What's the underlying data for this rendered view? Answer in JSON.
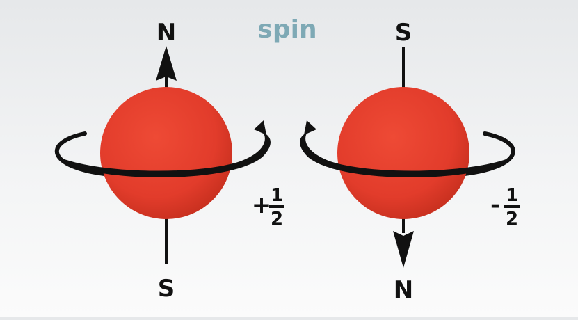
{
  "title": "spin",
  "colors": {
    "title": "#7ea9b5",
    "sphere": "#e33d2c",
    "ink": "#111111"
  },
  "left_electron": {
    "top_pole": "N",
    "bottom_pole": "S",
    "spin_sign": "+",
    "spin_num": "1",
    "spin_den": "2"
  },
  "right_electron": {
    "top_pole": "S",
    "bottom_pole": "N",
    "spin_sign": "-",
    "spin_num": "1",
    "spin_den": "2"
  }
}
